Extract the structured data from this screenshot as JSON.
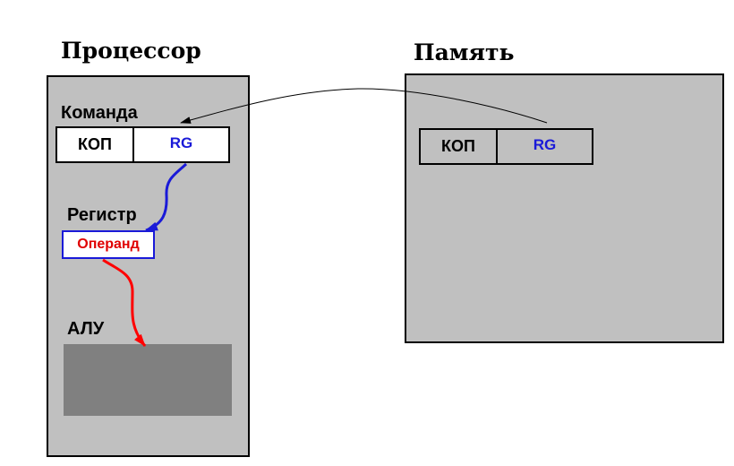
{
  "processor": {
    "title": "Процессор",
    "command_label": "Команда",
    "instruction": {
      "opcode": "КОП",
      "operand_field": "RG"
    },
    "register_label": "Регистр",
    "register_value": "Операнд",
    "alu_label": "АЛУ"
  },
  "memory": {
    "title": "Память",
    "instruction": {
      "opcode": "КОП",
      "operand_field": "RG"
    }
  },
  "colors": {
    "box_fill": "#c0c0c0",
    "alu_fill": "#808080",
    "rg_text": "#1a1ad8",
    "operand_text": "#e00000",
    "blue_arrow": "#1a1ad8",
    "red_arrow": "#ff0000"
  }
}
